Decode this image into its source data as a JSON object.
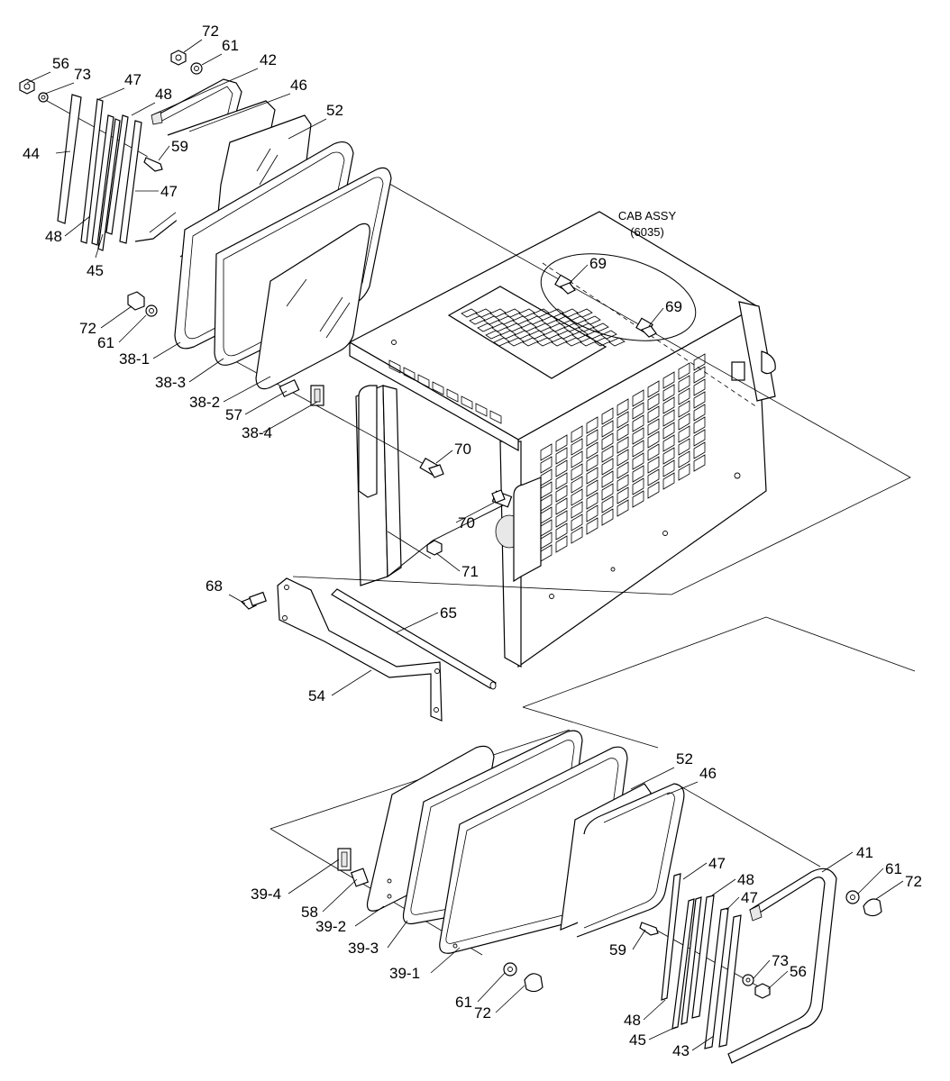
{
  "diagram": {
    "cab_title": "CAB ASSY",
    "cab_ref": "(6035)",
    "labels": {
      "l56a": "56",
      "l73a": "73",
      "l47a": "47",
      "l48a": "48",
      "l72a": "72",
      "l61a": "61",
      "l42": "42",
      "l46a": "46",
      "l52a": "52",
      "l44": "44",
      "l59a": "59",
      "l47b": "47",
      "l48b": "48",
      "l45a": "45",
      "l72b": "72",
      "l61b": "61",
      "l38_1": "38-1",
      "l38_3": "38-3",
      "l38_2": "38-2",
      "l57": "57",
      "l38_4": "38-4",
      "l69a": "69",
      "l69b": "69",
      "l70a": "70",
      "l70b": "70",
      "l71": "71",
      "l68": "68",
      "l65": "65",
      "l54": "54",
      "l52b": "52",
      "l46b": "46",
      "l39_4": "39-4",
      "l58": "58",
      "l39_2": "39-2",
      "l39_3": "39-3",
      "l39_1": "39-1",
      "l61c": "61",
      "l72c": "72",
      "l47c": "47",
      "l48c": "48",
      "l47d": "47",
      "l41": "41",
      "l61d": "61",
      "l72d": "72",
      "l59b": "59",
      "l73b": "73",
      "l56b": "56",
      "l48d": "48",
      "l45b": "45",
      "l43": "43"
    }
  }
}
